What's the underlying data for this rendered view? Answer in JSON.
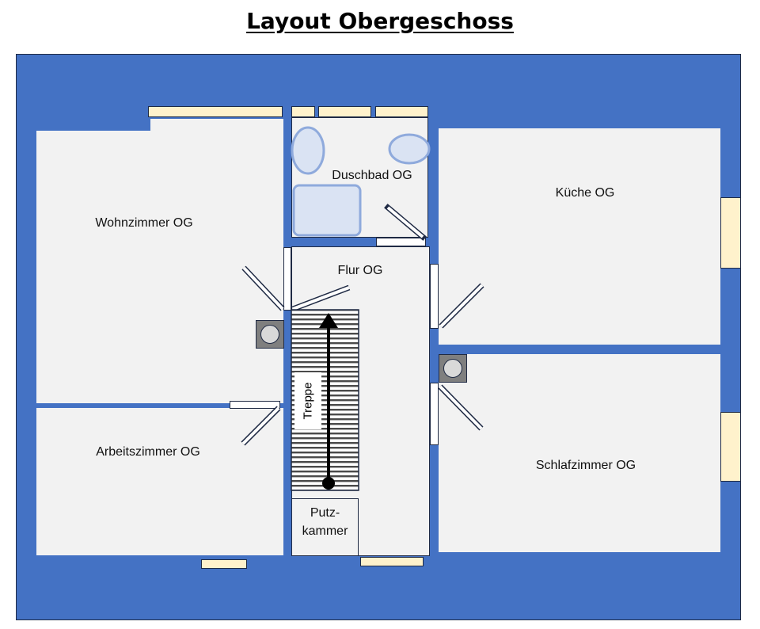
{
  "title": "Layout Obergeschoss",
  "rooms": {
    "wohnzimmer": "Wohnzimmer OG",
    "arbeitszimmer": "Arbeitszimmer OG",
    "duschbad": "Duschbad OG",
    "flur": "Flur OG",
    "kueche": "Küche OG",
    "schlafzimmer": "Schlafzimmer OG",
    "putzkammer_line1": "Putz-",
    "putzkammer_line2": "kammer",
    "treppe": "Treppe"
  },
  "colors": {
    "wall": "#4472c4",
    "floor": "#f2f2f2",
    "window": "#fff2cc",
    "fixture": "#dae3f3",
    "outline": "#1f2a44"
  }
}
